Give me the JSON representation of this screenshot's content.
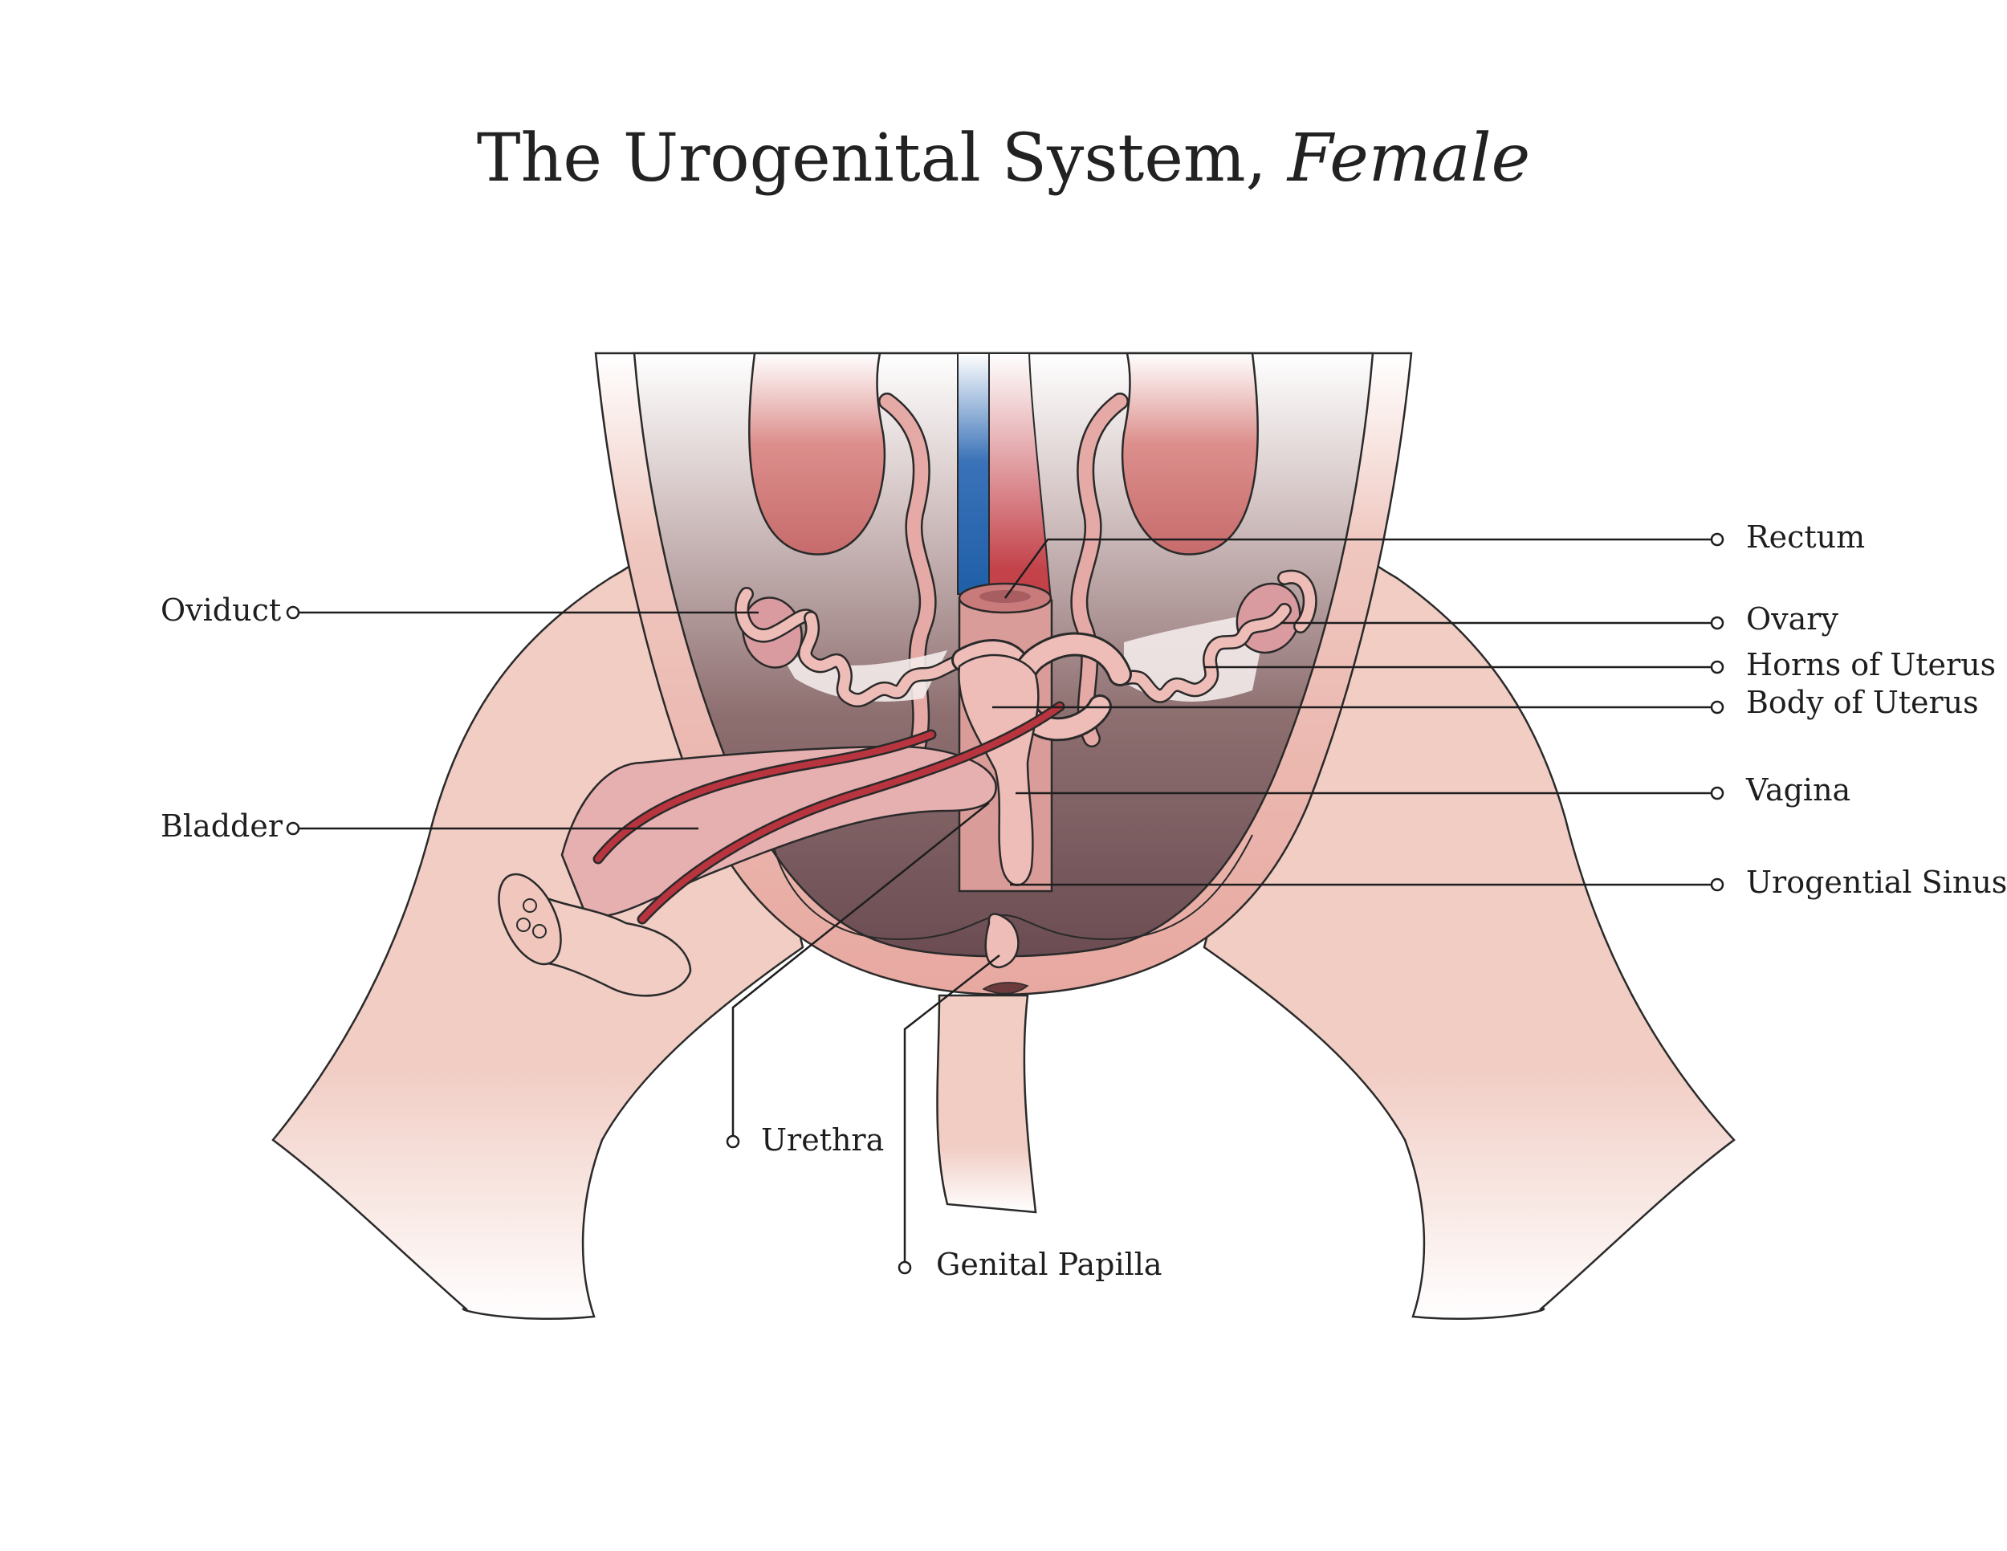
{
  "title": {
    "main": "The Urogenital System, ",
    "italic": "Female"
  },
  "labels": {
    "oviduct": "Oviduct",
    "bladder": "Bladder",
    "rectum": "Rectum",
    "ovary": "Ovary",
    "horns_of_uterus": "Horns of Uterus",
    "body_of_uterus": "Body of Uterus",
    "vagina": "Vagina",
    "urogential_sinus": "Urogential Sinus",
    "urethra": "Urethra",
    "genital_papilla": "Genital Papilla"
  },
  "colors": {
    "skin": "#f1cdc4",
    "skin_light": "#f8e4de",
    "muscle": "#c96a6a",
    "artery": "#b8343e",
    "vein": "#1f5fa8",
    "cavity_dark": "#6e4f55",
    "organ_pink": "#e9b3b1",
    "outline": "#2a2a2a"
  }
}
